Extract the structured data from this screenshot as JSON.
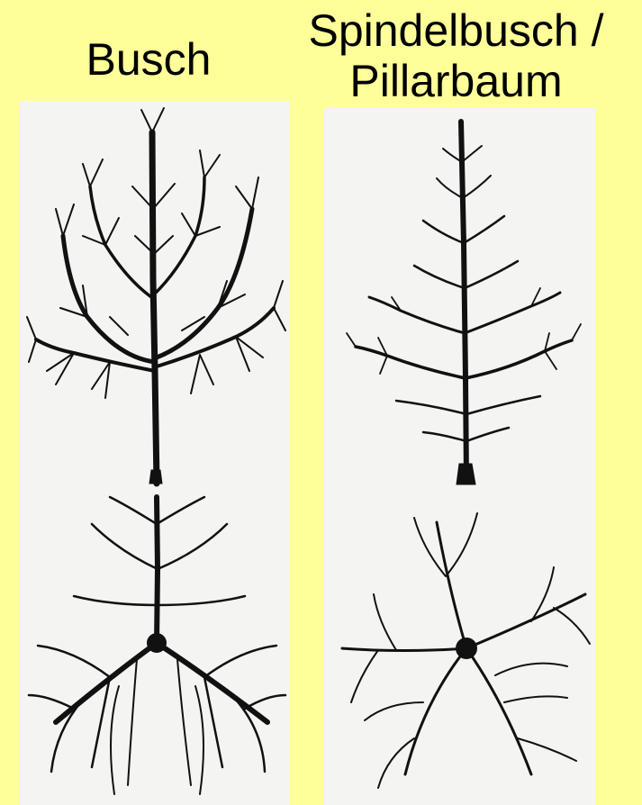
{
  "columns": [
    {
      "title": "Busch"
    },
    {
      "title_line1": "Spindelbusch /",
      "title_line2": "Pillarbaum"
    }
  ],
  "colors": {
    "background": "#ffff99",
    "panel": "#f4f4f2",
    "ink": "#111111"
  }
}
